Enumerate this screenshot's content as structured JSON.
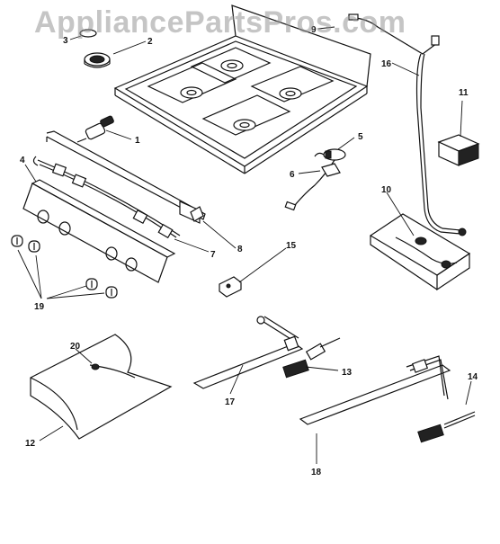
{
  "watermark": "AppliancePartsPros.com",
  "callouts": [
    {
      "id": "c1",
      "label": "1"
    },
    {
      "id": "c2",
      "label": "2"
    },
    {
      "id": "c3",
      "label": "3"
    },
    {
      "id": "c4",
      "label": "4"
    },
    {
      "id": "c5",
      "label": "5"
    },
    {
      "id": "c6",
      "label": "6"
    },
    {
      "id": "c7",
      "label": "7"
    },
    {
      "id": "c8",
      "label": "8"
    },
    {
      "id": "c9",
      "label": "9"
    },
    {
      "id": "c10",
      "label": "10"
    },
    {
      "id": "c11",
      "label": "11"
    },
    {
      "id": "c12",
      "label": "12"
    },
    {
      "id": "c13",
      "label": "13"
    },
    {
      "id": "c14",
      "label": "14"
    },
    {
      "id": "c15",
      "label": "15"
    },
    {
      "id": "c16",
      "label": "16"
    },
    {
      "id": "c17",
      "label": "17"
    },
    {
      "id": "c18",
      "label": "18"
    },
    {
      "id": "c19",
      "label": "19"
    },
    {
      "id": "c20",
      "label": "20"
    }
  ]
}
